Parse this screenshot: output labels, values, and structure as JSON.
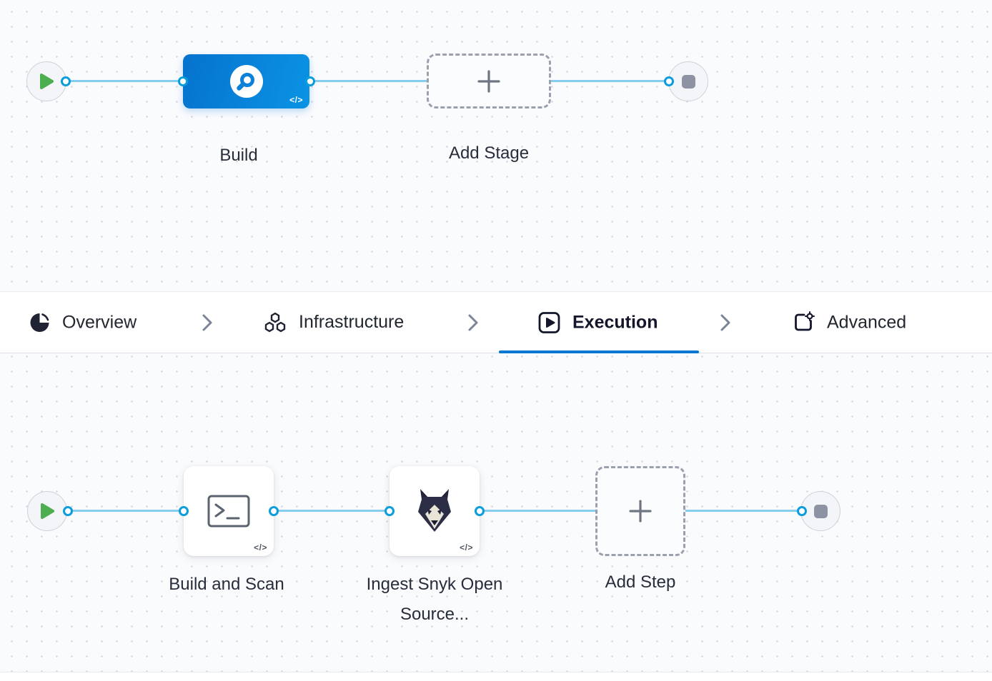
{
  "stage_canvas": {
    "stage_label": "Build",
    "add_stage_label": "Add Stage",
    "code_badge": "</>"
  },
  "tabs": {
    "items": [
      {
        "label": "Overview",
        "icon": "overview-icon",
        "active": false
      },
      {
        "label": "Infrastructure",
        "icon": "infrastructure-icon",
        "active": false
      },
      {
        "label": "Execution",
        "icon": "execution-icon",
        "active": true
      },
      {
        "label": "Advanced",
        "icon": "advanced-icon",
        "active": false
      }
    ]
  },
  "execution_canvas": {
    "step1_label": "Build and Scan",
    "step2_label": "Ingest Snyk Open Source...",
    "add_step_label": "Add Step",
    "code_badge": "</>"
  },
  "colors": {
    "accent_blue": "#0278d5",
    "edge_line_blue": "#84cdee",
    "node_gradient_start": "#0573ce",
    "node_gradient_end": "#0b93e4",
    "play_green": "#4dae50",
    "end_square_gray": "#8d93a3"
  }
}
